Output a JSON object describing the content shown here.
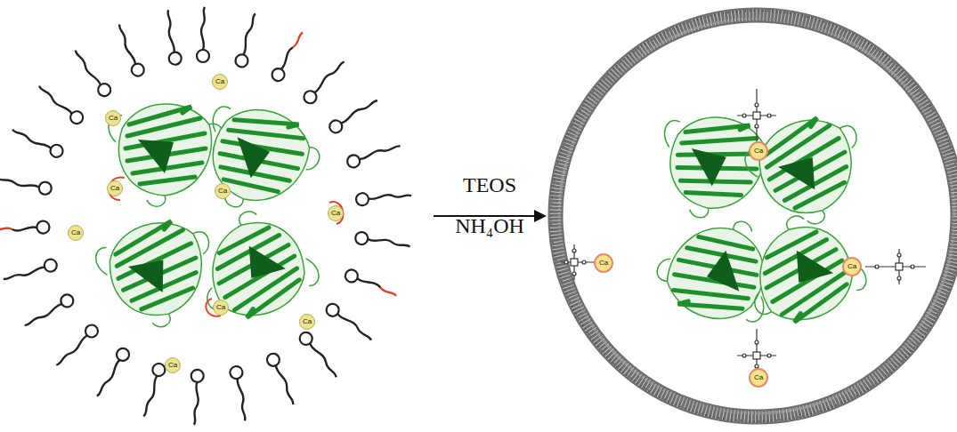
{
  "diagram": {
    "nodes": [
      {
        "text": [
          "Ca"
        ]
      },
      {
        "text": [
          "Ca"
        ]
      },
      {
        "text": [
          "Ca"
        ]
      },
      {
        "text": [
          "Ca"
        ]
      },
      {
        "text": [
          "Ca"
        ]
      },
      {
        "text": [
          "Ca"
        ]
      },
      {
        "text": [
          "Ca"
        ]
      },
      {
        "text": [
          "Ca"
        ]
      },
      {
        "text": [
          "Ca"
        ]
      },
      {
        "text": [
          "Ca"
        ]
      },
      {
        "text": [
          "Ca"
        ]
      },
      {
        "text": [
          "Ca"
        ]
      },
      {
        "text": [
          "Ca"
        ]
      }
    ],
    "labels": [
      "TEOS",
      "NH₄OH"
    ]
  }
}
